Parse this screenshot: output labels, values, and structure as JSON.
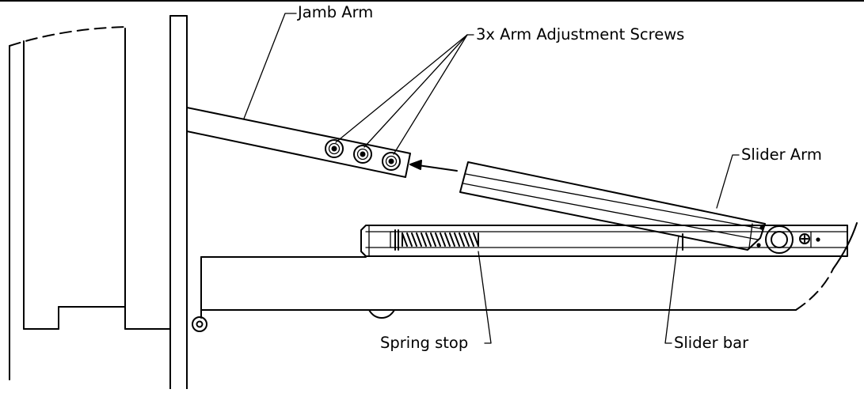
{
  "diagram": {
    "labels": {
      "jamb_arm": "Jamb Arm",
      "adjustment_screws": "3x Arm Adjustment Screws",
      "slider_arm": "Slider Arm",
      "spring_stop": "Spring stop",
      "slider_bar": "Slider bar"
    },
    "line_color": "#000000",
    "background": "#ffffff"
  }
}
